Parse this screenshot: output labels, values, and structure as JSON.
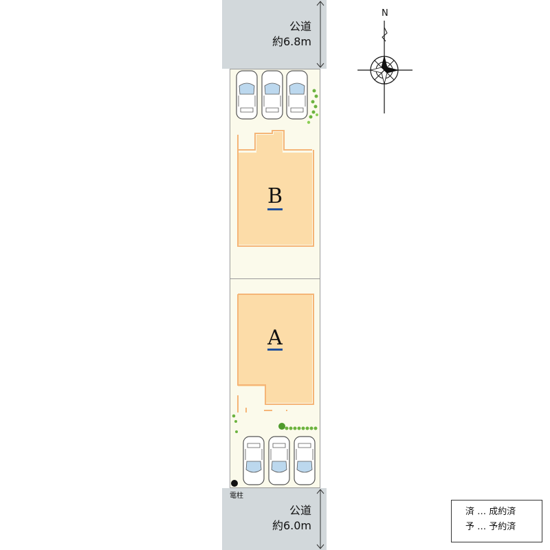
{
  "roads": {
    "north": {
      "line1": "公道",
      "line2": "約6.8m"
    },
    "south": {
      "line1": "公道",
      "line2": "約6.0m"
    }
  },
  "lots": [
    {
      "label": "B"
    },
    {
      "label": "A"
    }
  ],
  "compass": {
    "north_label": "N"
  },
  "utility_pole": {
    "label": "電柱"
  },
  "legend": {
    "items": [
      {
        "mark": "済",
        "sep": "…",
        "meaning": "成約済"
      },
      {
        "mark": "予",
        "sep": "…",
        "meaning": "予約済"
      }
    ]
  },
  "colors": {
    "road": "#d2d8db",
    "lot": "#fbfaeb",
    "house_fill": "#fcdca8",
    "house_outline": "#f5b577",
    "underline": "#1f4f9c"
  }
}
